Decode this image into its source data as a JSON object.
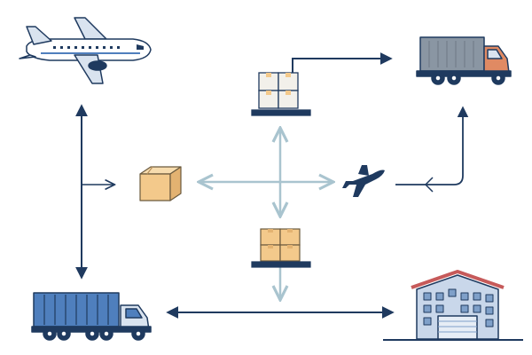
{
  "diagram": {
    "nodes": [
      {
        "id": "airplane",
        "icon": "airplane-icon"
      },
      {
        "id": "container-truck",
        "icon": "container-truck-icon"
      },
      {
        "id": "pallet-top",
        "icon": "pallet-boxes-icon"
      },
      {
        "id": "parcel",
        "icon": "parcel-box-icon"
      },
      {
        "id": "small-plane",
        "icon": "small-airplane-icon"
      },
      {
        "id": "pallet-bottom",
        "icon": "pallet-boxes-icon"
      },
      {
        "id": "semi-truck",
        "icon": "semi-truck-icon"
      },
      {
        "id": "warehouse",
        "icon": "warehouse-icon"
      }
    ],
    "connections": [
      {
        "from": "airplane",
        "to": "semi-truck",
        "style": "bidirectional"
      },
      {
        "from": "airplane-semi-truck-link",
        "to": "parcel",
        "style": "open-arrow"
      },
      {
        "from": "pallet-top",
        "to": "container-truck",
        "style": "elbow-arrow"
      },
      {
        "from": "small-plane",
        "to": "container-truck",
        "style": "elbow-arrow"
      },
      {
        "from": "center",
        "to": "four-directions",
        "style": "light-cross"
      },
      {
        "from": "pallet-bottom",
        "to": "down",
        "style": "open-arrow"
      },
      {
        "from": "semi-truck",
        "to": "warehouse",
        "style": "bidirectional"
      }
    ],
    "colors": {
      "navy": "#1f3a5f",
      "light_arrow": "#a9c4cf",
      "box": "#f3c98b",
      "truck_blue": "#4f7fbd",
      "container_grey": "#8a96a3",
      "cab_orange": "#e08a63",
      "roof_red": "#c65a5a",
      "building_blue": "#c9d7ea",
      "window_blue": "#7fa0c9"
    }
  }
}
